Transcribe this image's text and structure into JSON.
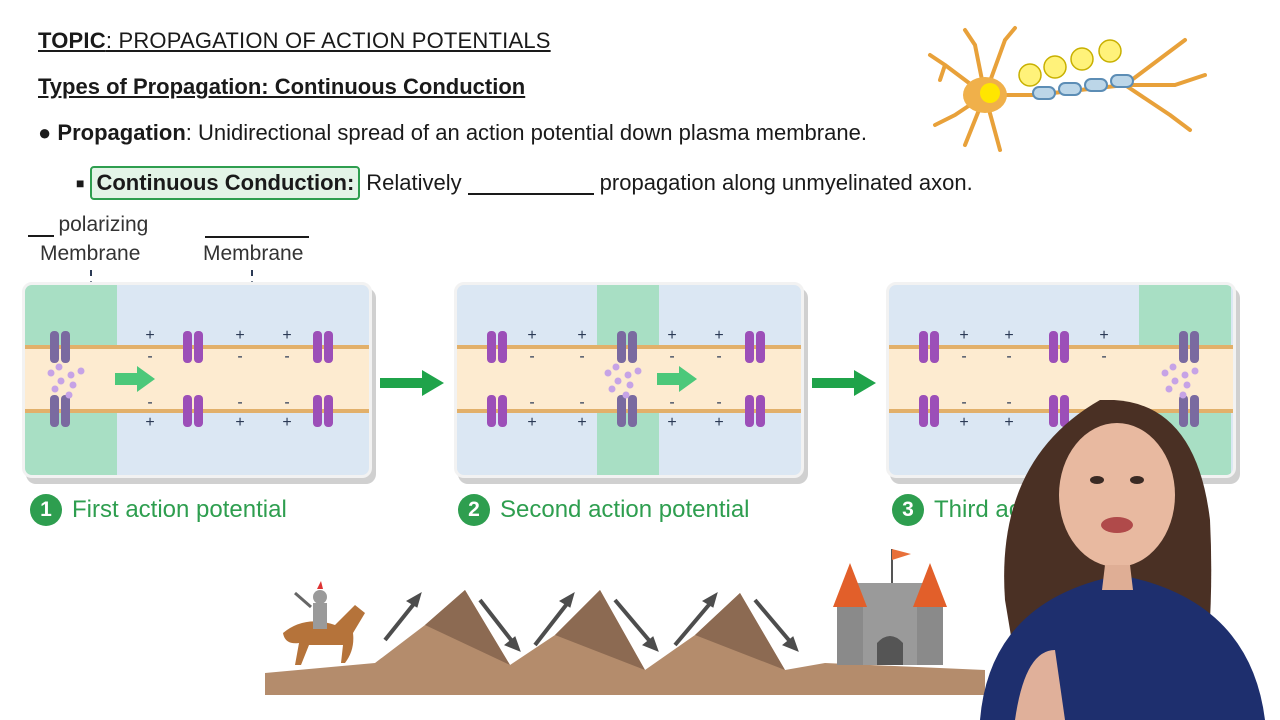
{
  "header": {
    "topic_prefix": "TOPIC",
    "topic_text": ": PROPAGATION OF ACTION POTENTIALS",
    "subtitle": "Types of Propagation: Continuous Conduction"
  },
  "bullets": {
    "marker1": "●",
    "term1": "Propagation",
    "def1": ": Unidirectional spread of an action potential down plasma membrane.",
    "marker2": "■",
    "term2": "Continuous Conduction",
    "def2_pre": "Relatively",
    "def2_post": "propagation along unmyelinated axon."
  },
  "labels": {
    "depol_suffix": "polarizing",
    "depol_membrane": "Membrane",
    "resting_membrane": "Membrane"
  },
  "steps": [
    {
      "number": "1",
      "label": "First action potential"
    },
    {
      "number": "2",
      "label": "Second action potential"
    },
    {
      "number": "3",
      "label": "Third actio"
    }
  ],
  "charges": {
    "plus": "+",
    "minus": "-"
  },
  "colors": {
    "accent_green": "#2e9e4f",
    "panel_blue": "#dbe7f3",
    "active_zone": "#a8dfc4",
    "axon_fill": "#fdebd0",
    "membrane_line": "#e2b06a",
    "channel_purple": "#9c4fb8"
  }
}
